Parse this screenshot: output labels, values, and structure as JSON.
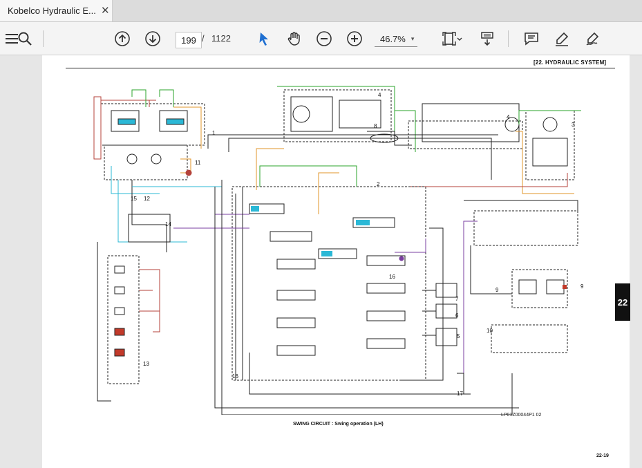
{
  "tab": {
    "title": "Kobelco Hydraulic E...",
    "close": "✕"
  },
  "toolbar": {
    "page_current": "199",
    "page_separator": "/",
    "page_total": "1122",
    "zoom": "46.7%",
    "zoom_caret": "▾"
  },
  "document": {
    "section_tag": "[22.   HYDRAULIC SYSTEM]",
    "caption": "SWING CIRCUIT : Swing operation (LH)",
    "drawing_number": "LP01Z00044P1  02",
    "page_number": "22-19",
    "side_tab": "22",
    "callouts": [
      "1",
      "2",
      "3",
      "4",
      "4",
      "5",
      "6",
      "7",
      "8",
      "9",
      "9",
      "10",
      "11",
      "12",
      "13",
      "14",
      "15",
      "16",
      "16",
      "17"
    ]
  },
  "colors": {
    "green": "#2aa32a",
    "orange": "#e0942a",
    "red_brown": "#b4423a",
    "cyan": "#2bb8d6",
    "purple": "#7a3fa0",
    "black": "#222222"
  }
}
